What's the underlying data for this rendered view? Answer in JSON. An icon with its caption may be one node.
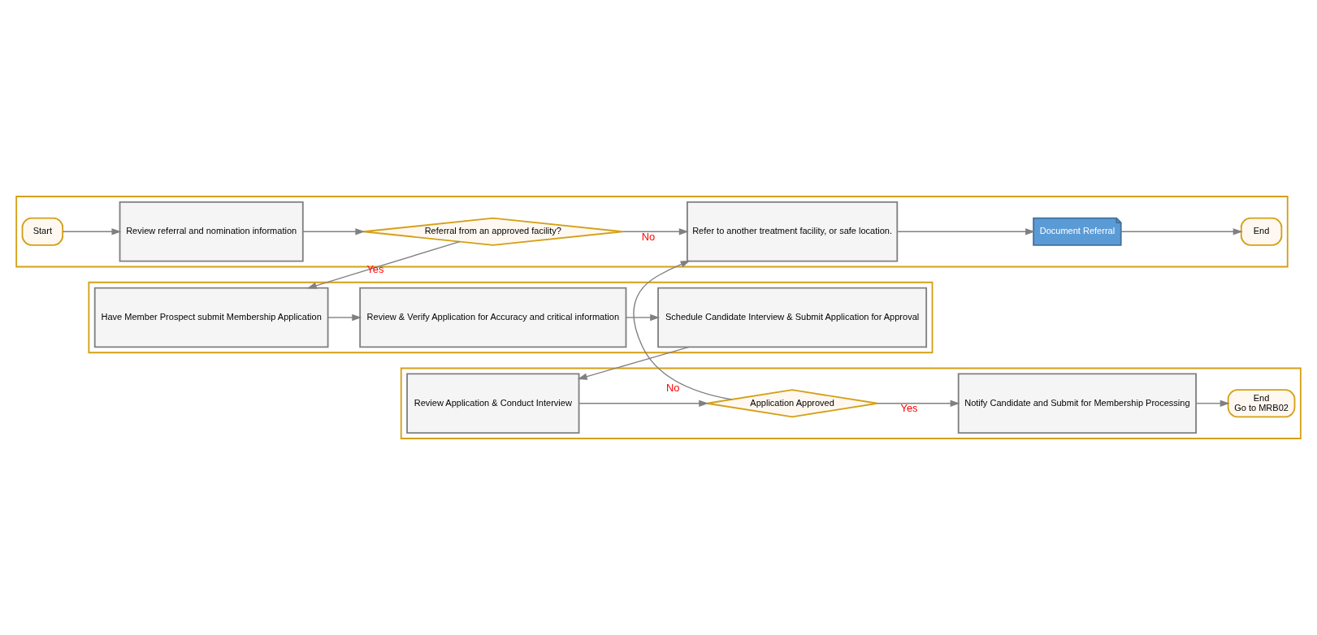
{
  "diagram": {
    "nodes": [
      {
        "text": [],
        "shape": "box"
      },
      {
        "text": [],
        "shape": "box"
      },
      {
        "text": [],
        "shape": "box"
      },
      {
        "text": [
          "Start"
        ],
        "in": 0
      },
      {
        "text": [
          "Review referral and nomination information"
        ],
        "in": 0
      },
      {
        "text": [
          "Referral from an approved facility?"
        ],
        "in": 0
      },
      {
        "text": [
          "Refer to another treatment facility, or safe location."
        ],
        "in": 0
      },
      {
        "text": [
          "Document Referral"
        ],
        "in": 0
      },
      {
        "text": [
          "End"
        ],
        "in": 0
      },
      {
        "text": [
          "Have Member Prospect submit Membership Application"
        ],
        "in": 1
      },
      {
        "text": [
          "Review & Verify Application for Accuracy and critical information"
        ],
        "in": 1
      },
      {
        "text": [
          "Schedule Candidate Interview & Submit Application for Approval"
        ],
        "in": 1
      },
      {
        "text": [
          "Review Application & Conduct Interview"
        ],
        "in": 2
      },
      {
        "text": [
          "Application Approved"
        ],
        "in": 2
      },
      {
        "text": [
          "Notify Candidate and Submit for Membership Processing"
        ],
        "in": 2
      },
      {
        "text": [
          "End",
          "Go to MRB02"
        ],
        "in": 2
      }
    ],
    "edges": [
      {
        "from": 3,
        "to": 4,
        "arrow": "to"
      },
      {
        "from": 4,
        "to": 5,
        "arrow": "to"
      },
      {
        "from": 5,
        "to": 6,
        "arrow": "to",
        "label": "No"
      },
      {
        "from": 6,
        "to": 7,
        "arrow": "to"
      },
      {
        "from": 7,
        "to": 8,
        "arrow": "to"
      },
      {
        "from": 5,
        "to": 9,
        "arrow": "to",
        "label": "Yes"
      },
      {
        "from": 9,
        "to": 10,
        "arrow": "to"
      },
      {
        "from": 10,
        "to": 11,
        "arrow": "to"
      },
      {
        "from": 11,
        "to": 12,
        "arrow": "to"
      },
      {
        "from": 12,
        "to": 13,
        "arrow": "to"
      },
      {
        "from": 13,
        "to": 14,
        "arrow": "to",
        "label": "Yes"
      },
      {
        "from": 13,
        "to": 6,
        "arrow": "to",
        "label": "No"
      },
      {
        "from": 14,
        "to": 15,
        "arrow": "to"
      }
    ]
  }
}
